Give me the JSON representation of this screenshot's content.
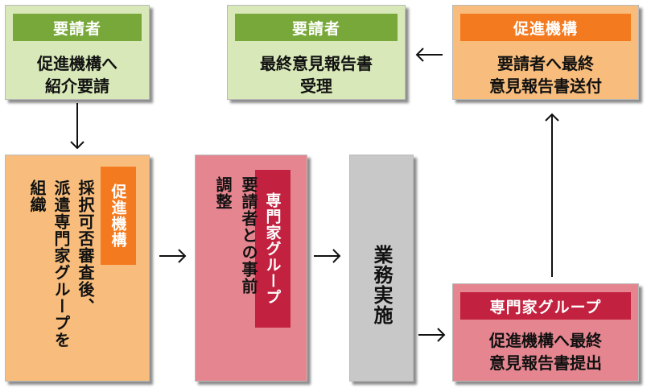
{
  "box_requester_intro": {
    "header": "要請者",
    "text": "促進機構へ\n紹介要請"
  },
  "box_requester_receive": {
    "header": "要請者",
    "text": "最終意見報告書\n受理"
  },
  "box_promotion_send": {
    "header": "促進機構",
    "text": "要請者へ最終\n意見報告書送付"
  },
  "box_promotion_review": {
    "header": "促進機構",
    "text": "採択可否審査後、\n派遣専門家グループを\n組織"
  },
  "box_expert_adjust": {
    "header": "専門家グループ",
    "text": "要請者との事前\n調整"
  },
  "box_work": {
    "text": "業務実施"
  },
  "box_expert_submit": {
    "header": "専門家グループ",
    "text": "促進機構へ最終\n意見報告書提出"
  },
  "colors": {
    "green_bg": "#d8e8b8",
    "green_header": "#78a83a",
    "orange_bg": "#f8bd7c",
    "orange_header": "#f47a1f",
    "pink_bg": "#e5858f",
    "pink_header": "#c2223f",
    "gray_bg": "#c8c8c8"
  }
}
